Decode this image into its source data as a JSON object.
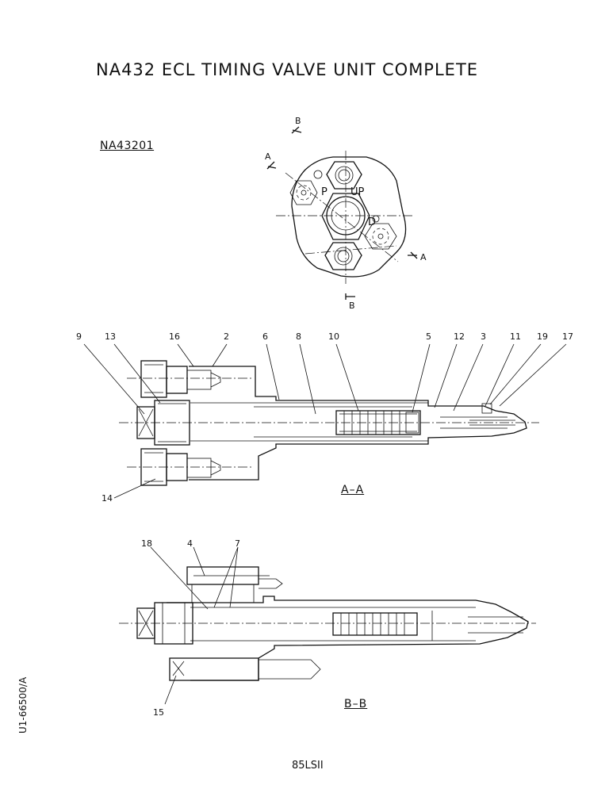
{
  "title": "NA432  ECL TIMING VALVE UNIT COMPLETE",
  "part_code": "NA43201",
  "top_view": {
    "port_labels": {
      "p": "P",
      "up": "UP",
      "d": "D"
    },
    "section_marks": {
      "a_top": "A",
      "a_right": "A",
      "b_top": "B",
      "b_bottom": "B"
    }
  },
  "section_aa": {
    "label": "A–A",
    "callouts": [
      "9",
      "13",
      "16",
      "2",
      "6",
      "8",
      "10",
      "5",
      "12",
      "3",
      "11",
      "19",
      "17",
      "14"
    ]
  },
  "section_bb": {
    "label": "B–B",
    "callouts": [
      "18",
      "4",
      "7",
      "15"
    ]
  },
  "doc_number": "U1-66500/A",
  "footer_code": "85LSII"
}
